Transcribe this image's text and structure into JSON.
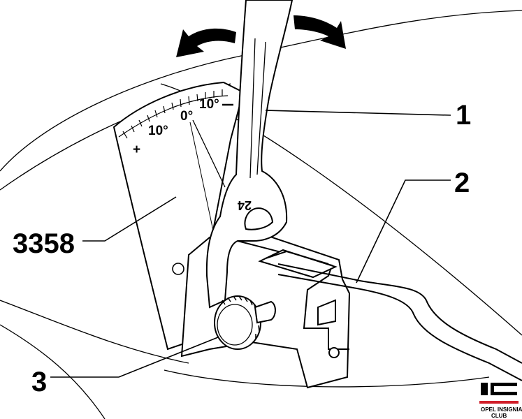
{
  "diagram": {
    "callouts": {
      "label_1": "1",
      "label_2": "2",
      "label_3": "3",
      "tool_number": "3358"
    },
    "protractor": {
      "plus": "+",
      "left_10": "10°",
      "zero": "0°",
      "right_10": "10°"
    },
    "wrench_size": "24",
    "rotation_arrows": [
      "counter-clockwise",
      "clockwise"
    ]
  },
  "logo": {
    "line1": "OPEL INSIGNIA",
    "line2": "CLUB",
    "accent_color": "#d01f2a"
  }
}
